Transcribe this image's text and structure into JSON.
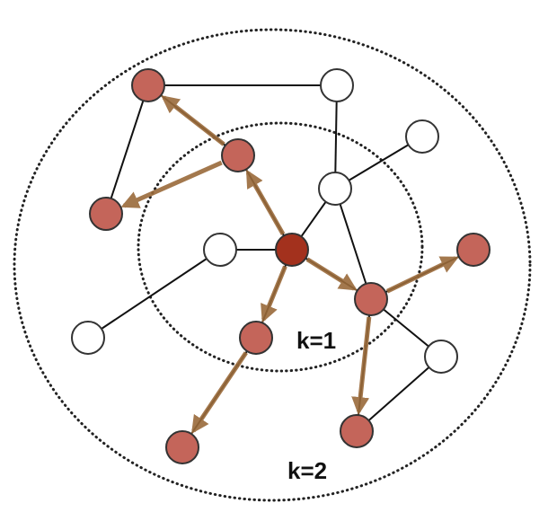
{
  "diagram": {
    "labels": {
      "inner": "k=1",
      "outer": "k=2"
    },
    "colors": {
      "center": "#a3311d",
      "reached": "#c4655a",
      "unreached": "#ffffff",
      "arrow": "#9a6a3a",
      "edge": "#111111"
    },
    "nodes": [
      {
        "id": "center",
        "state": "center"
      },
      {
        "id": "a",
        "state": "reached"
      },
      {
        "id": "b",
        "state": "reached"
      },
      {
        "id": "c",
        "state": "reached"
      },
      {
        "id": "d",
        "state": "reached"
      },
      {
        "id": "e",
        "state": "reached"
      },
      {
        "id": "f",
        "state": "reached"
      },
      {
        "id": "g",
        "state": "reached"
      },
      {
        "id": "h",
        "state": "reached"
      },
      {
        "id": "u1",
        "state": "unreached"
      },
      {
        "id": "u2",
        "state": "unreached"
      },
      {
        "id": "u3",
        "state": "unreached"
      },
      {
        "id": "u4",
        "state": "unreached"
      },
      {
        "id": "u5",
        "state": "unreached"
      },
      {
        "id": "u6",
        "state": "unreached"
      }
    ],
    "edges": [
      [
        "a",
        "b"
      ],
      [
        "b",
        "u1"
      ],
      [
        "b",
        "c"
      ],
      [
        "u1",
        "u2"
      ],
      [
        "u2",
        "u3"
      ],
      [
        "u2",
        "center"
      ],
      [
        "u2",
        "d"
      ],
      [
        "u4",
        "center"
      ],
      [
        "u4",
        "u5"
      ],
      [
        "center",
        "d"
      ],
      [
        "center",
        "a"
      ],
      [
        "center",
        "f"
      ],
      [
        "d",
        "e"
      ],
      [
        "d",
        "u6"
      ],
      [
        "u6",
        "g"
      ],
      [
        "d",
        "g"
      ],
      [
        "f",
        "h"
      ]
    ],
    "arrows": [
      [
        "center",
        "a"
      ],
      [
        "a",
        "b"
      ],
      [
        "a",
        "c"
      ],
      [
        "center",
        "d"
      ],
      [
        "d",
        "e"
      ],
      [
        "d",
        "g"
      ],
      [
        "center",
        "f"
      ],
      [
        "f",
        "h"
      ]
    ]
  }
}
